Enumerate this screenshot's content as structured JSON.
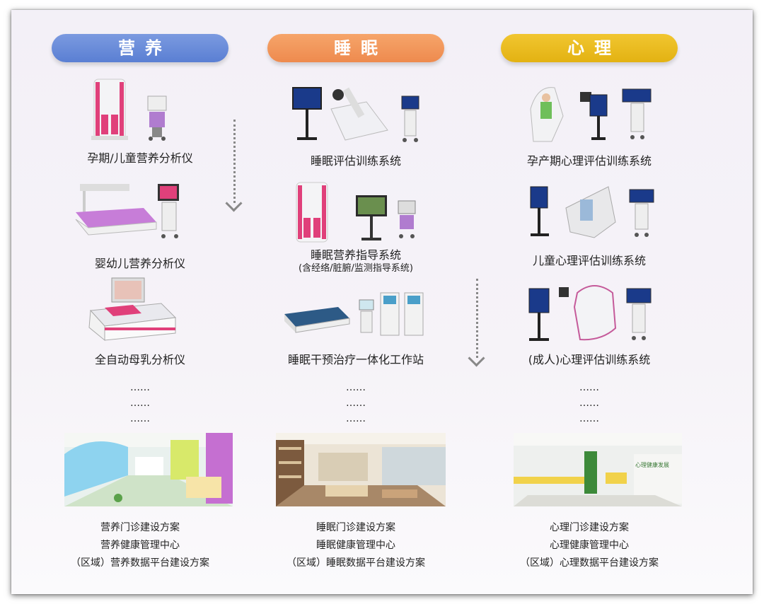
{
  "columns": [
    {
      "title": "营养",
      "items": [
        "孕期/儿童营养分析仪",
        "婴幼儿营养分析仪",
        "全自动母乳分析仪"
      ],
      "dots": [
        "……",
        "……",
        "……"
      ],
      "footer": [
        "营养门诊建设方案",
        "营养健康管理中心",
        "（区域）营养数据平台建设方案"
      ]
    },
    {
      "title": "睡眠",
      "items": [
        "睡眠评估训练系统",
        "睡眠营养指导系统",
        "睡眠干预治疗一体化工作站"
      ],
      "item2_sub": "(含经络/脏腑/监测指导系统)",
      "dots": [
        "……",
        "……",
        "……"
      ],
      "footer": [
        "睡眠门诊建设方案",
        "睡眠健康管理中心",
        "（区域）睡眠数据平台建设方案"
      ]
    },
    {
      "title": "心理",
      "items": [
        "孕产期心理评估训练系统",
        "儿童心理评估训练系统",
        "(成人)心理评估训练系统"
      ],
      "dots": [
        "……",
        "……",
        "……"
      ],
      "footer": [
        "心理门诊建设方案",
        "心理健康管理中心",
        "（区域）心理数据平台建设方案"
      ],
      "photo_sign": "心理健康发展"
    }
  ],
  "colors": {
    "blue": "#5a7fd3",
    "orange": "#ee8a4e",
    "yellow": "#e3b212",
    "pink": "#e0407a"
  }
}
